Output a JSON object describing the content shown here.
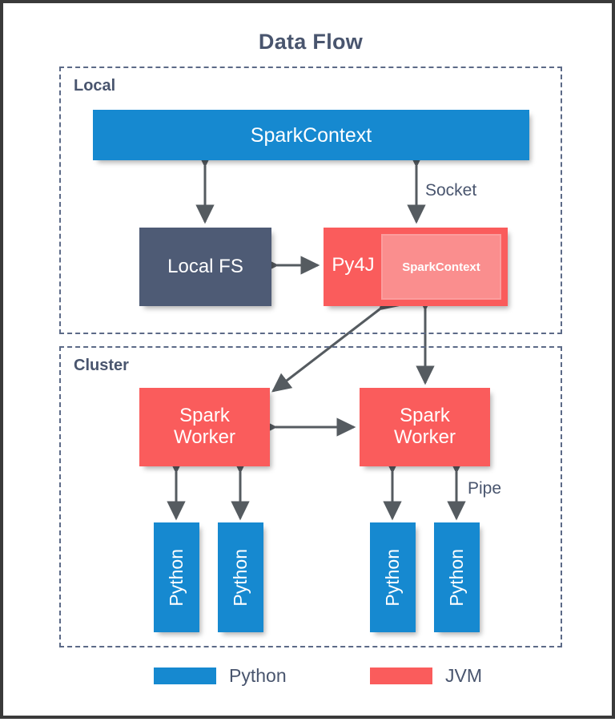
{
  "diagram": {
    "title": "Data Flow",
    "groups": [
      {
        "name": "local",
        "label": "Local"
      },
      {
        "name": "cluster",
        "label": "Cluster"
      }
    ],
    "nodes": {
      "spark_context_top": "SparkContext",
      "local_fs": "Local FS",
      "py4j": "Py4J",
      "spark_context_inner": "SparkContext",
      "spark_worker_left": "Spark\nWorker",
      "spark_worker_left_line1": "Spark",
      "spark_worker_left_line2": "Worker",
      "spark_worker_right_line1": "Spark",
      "spark_worker_right_line2": "Worker",
      "python_1": "Python",
      "python_2": "Python",
      "python_3": "Python",
      "python_4": "Python"
    },
    "edge_labels": {
      "socket": "Socket",
      "pipe": "Pipe"
    },
    "legend": [
      {
        "name": "python",
        "label": "Python",
        "color": "#1689d0"
      },
      {
        "name": "jvm",
        "label": "JVM",
        "color": "#fa5c5c"
      }
    ],
    "colors": {
      "python_blue": "#1689d0",
      "jvm_red": "#fa5c5c",
      "jvm_red_light": "#fa8e8e",
      "slate": "#4e5b75",
      "text_slate": "#49556e",
      "arrow_gray": "#555b60",
      "dash_border": "#5c6a87",
      "frame": "#3a3a3a"
    }
  }
}
